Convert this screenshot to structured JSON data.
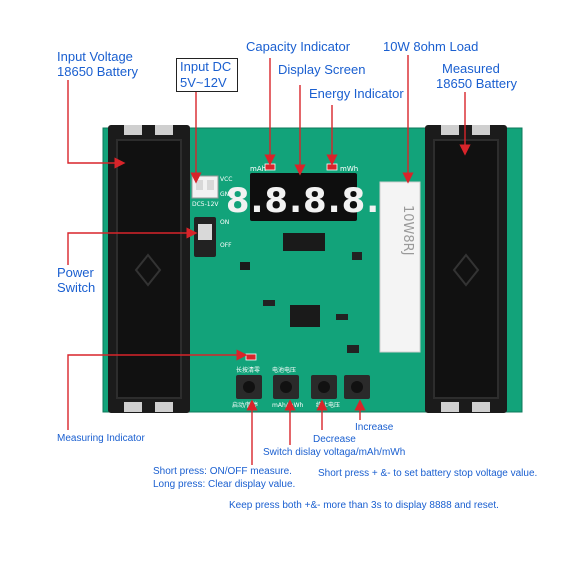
{
  "labels": {
    "input_voltage_1": "Input Voltage",
    "input_voltage_2": "18650 Battery",
    "input_dc_1": "Input DC",
    "input_dc_2": "5V~12V",
    "capacity_indicator": "Capacity Indicator",
    "display_screen": "Display Screen",
    "energy_indicator": "Energy Indicator",
    "load": "10W 8ohm Load",
    "measured_1": "Measured",
    "measured_2": "18650 Battery",
    "power_1": "Power",
    "power_2": "Switch",
    "measuring_indicator": "Measuring Indicator",
    "increase": "Increase",
    "decrease": "Decrease",
    "switch_display": "Switch dislay voltaga/mAh/mWh"
  },
  "notes": {
    "short_press": "Short press: ON/OFF measure.",
    "long_press": "Long press: Clear display value.",
    "stop_voltage": "Short press + &- to set battery stop voltage value.",
    "reset": "Keep press both +&- more than 3s to display 8888 and reset."
  },
  "board": {
    "display_value": "8.8.8.8.",
    "unit_mah": "mAh",
    "unit_mwh": "mWh",
    "vcc": "VCC",
    "gnd": "GND",
    "dc_label": "DC5-12V",
    "on": "ON",
    "off": "OFF",
    "resistor_marking": "10W8RJ",
    "btn_labels": [
      "长按清零",
      "电池电压"
    ],
    "btn_bottom_labels": [
      "启动/暂停",
      "mAh/mWh",
      "终止电压"
    ]
  },
  "colors": {
    "pcb": "#12a37a",
    "pointer": "#d8242a",
    "label": "#1a5fd0"
  }
}
